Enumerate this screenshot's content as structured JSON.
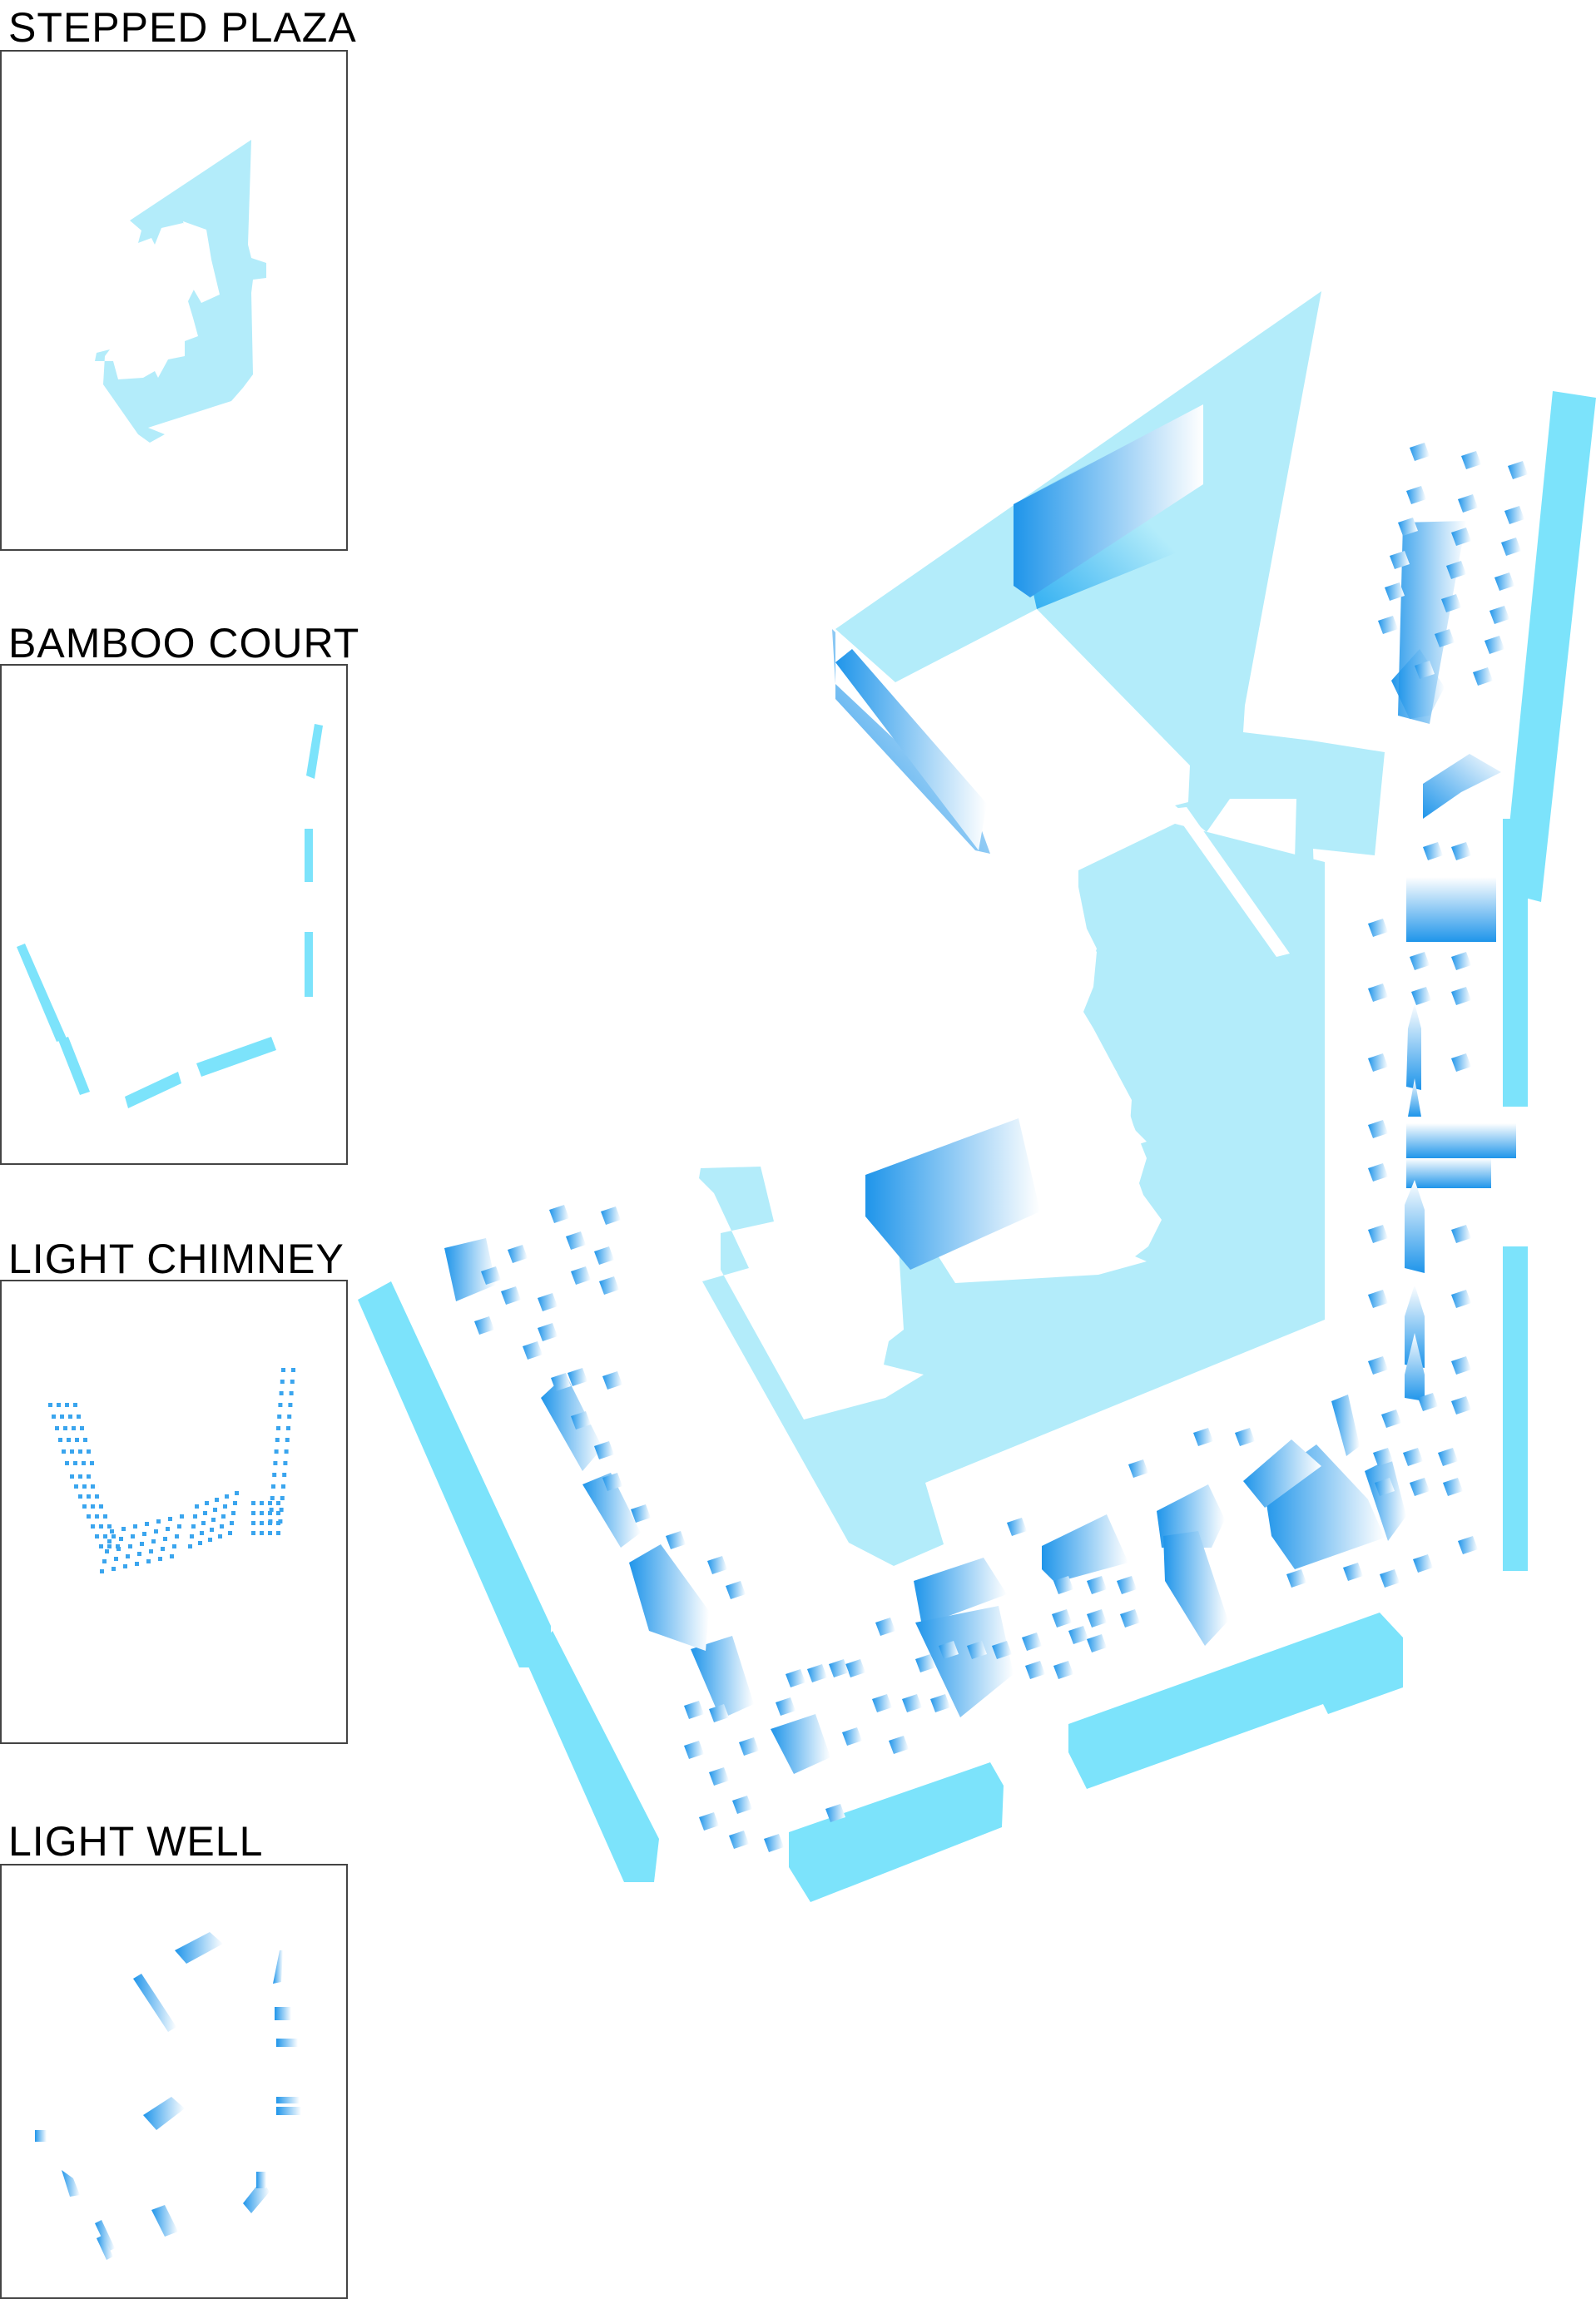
{
  "panels": [
    {
      "title": "STEPPED PLAZA"
    },
    {
      "title": "BAMBOO COURT"
    },
    {
      "title": "LIGHT CHIMNEY"
    },
    {
      "title": "LIGHT WELL"
    }
  ],
  "colors": {
    "plaza": "#b3ecfa",
    "bamboo": "#7ce3fb",
    "chimney_dark": "#1f95ea",
    "chimney_light": "#ffffff",
    "frame": "#444444"
  }
}
